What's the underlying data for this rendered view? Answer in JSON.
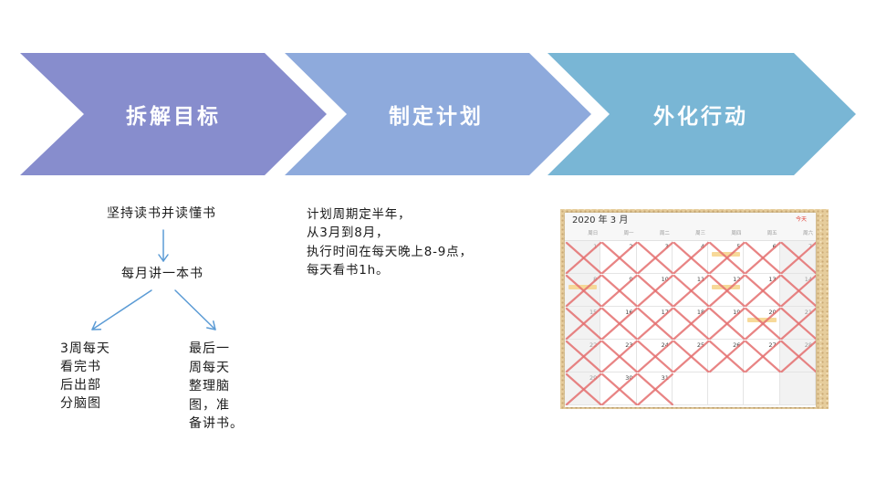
{
  "process_steps": [
    {
      "label": "拆解目标",
      "color": "#878dcd"
    },
    {
      "label": "制定计划",
      "color": "#8eaadc"
    },
    {
      "label": "外化行动",
      "color": "#79b6d5"
    }
  ],
  "goal_tree": {
    "root": "坚持读书并读懂书",
    "middle": "每月讲一本书",
    "left_leaf": [
      "3周每天",
      "看完书",
      "后出部",
      "分脑图"
    ],
    "right_leaf": [
      "最后一",
      "周每天",
      "整理脑",
      "图，准",
      "备讲书。"
    ],
    "arrow_color": "#5b9bd5"
  },
  "plan_text": [
    "计划周期定半年，",
    "从3月到8月，",
    "执行时间在每天晚上8-9点，",
    "每天看书1h。"
  ],
  "calendar": {
    "title": "2020 年 3 月",
    "today_label": "今天",
    "weekdays": [
      "周日",
      "周一",
      "周二",
      "周三",
      "周四",
      "周五",
      "周六"
    ],
    "weeks": [
      [
        1,
        2,
        3,
        4,
        5,
        6,
        7
      ],
      [
        8,
        9,
        10,
        11,
        12,
        13,
        14
      ],
      [
        15,
        16,
        17,
        18,
        19,
        20,
        21
      ],
      [
        22,
        23,
        24,
        25,
        26,
        27,
        28
      ],
      [
        29,
        30,
        31
      ]
    ],
    "crossed_out_days": [
      1,
      2,
      3,
      4,
      5,
      6,
      7,
      8,
      9,
      10,
      11,
      12,
      13,
      14,
      15,
      16,
      17,
      18,
      19,
      20,
      21,
      22,
      23,
      24,
      25,
      26,
      27,
      28,
      29,
      30,
      31
    ],
    "event_days": [
      5,
      8,
      12,
      20
    ],
    "cross_color": "#e46f6f",
    "event_color": "#f6d58e",
    "today_color": "#e2453c"
  }
}
